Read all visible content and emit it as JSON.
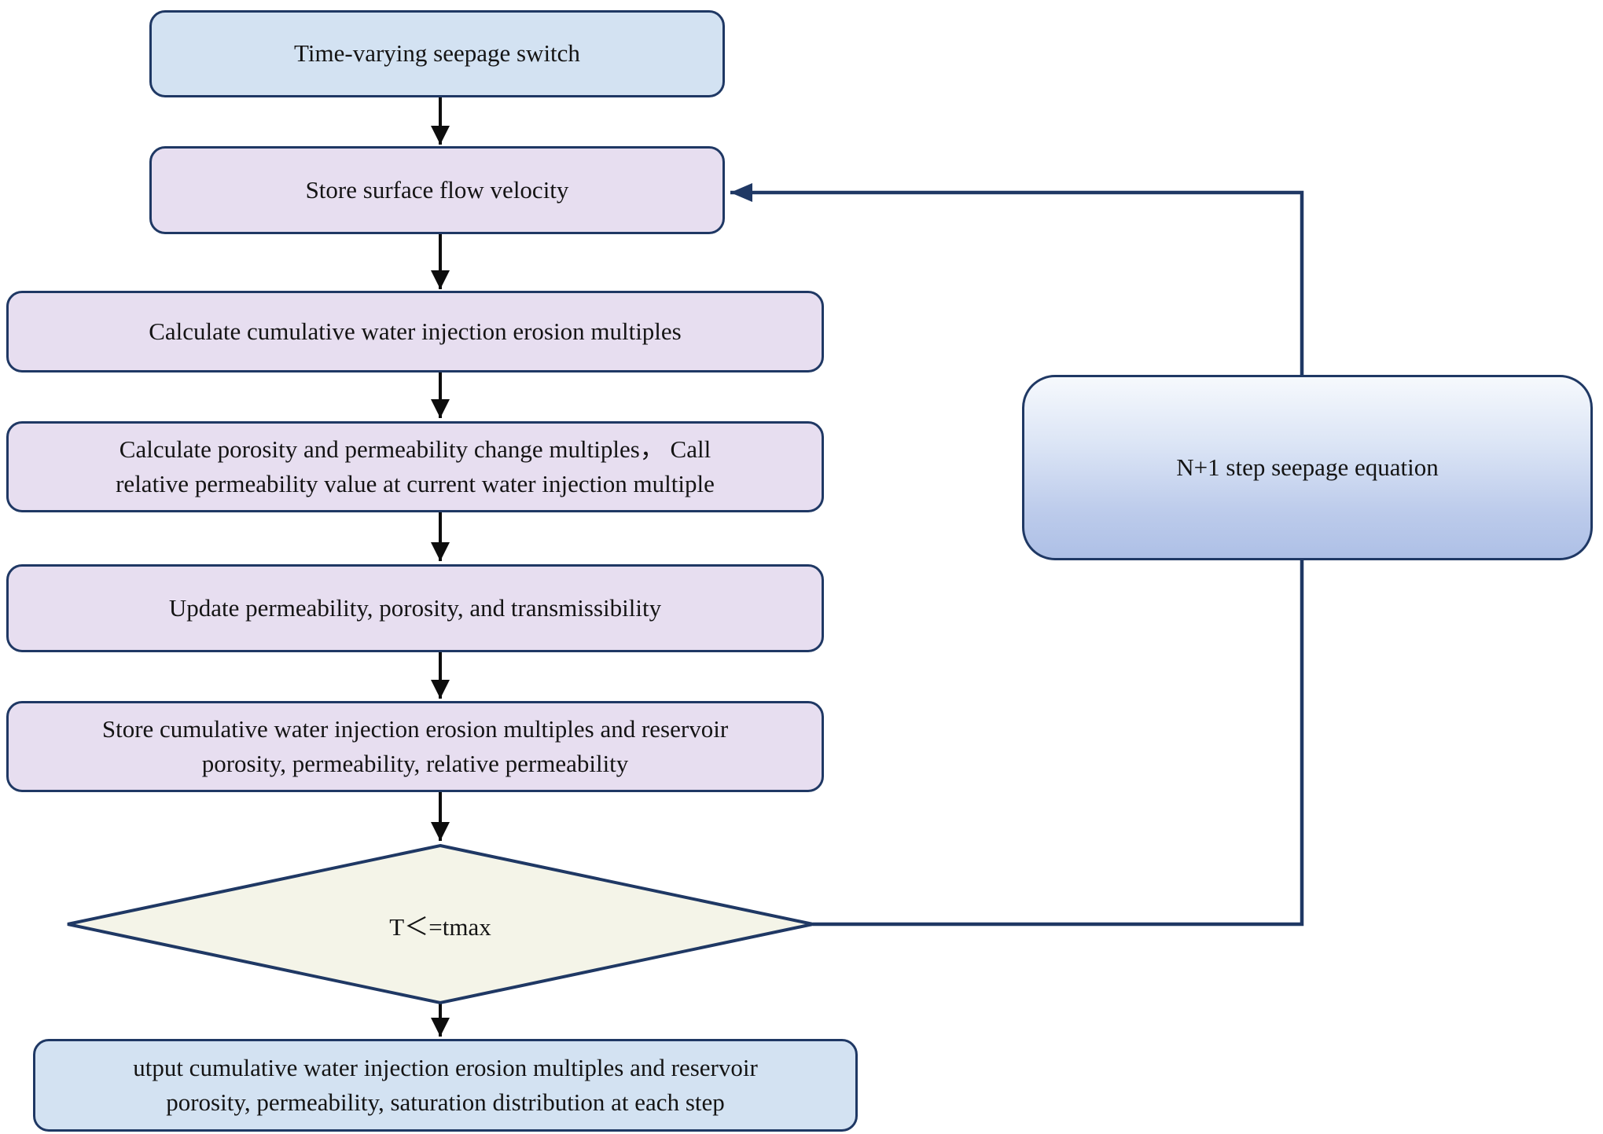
{
  "flowchart": {
    "nodes": {
      "switch": {
        "label": "Time-varying seepage switch"
      },
      "store_velocity": {
        "label": "Store surface flow velocity"
      },
      "calc_erosion": {
        "label": "Calculate cumulative water injection erosion multiples"
      },
      "calc_perm": {
        "line1": "Calculate porosity and permeability change multiples，  Call",
        "line2": "relative permeability value at current water injection multiple"
      },
      "update_perm": {
        "label": "Update permeability, porosity, and transmissibility"
      },
      "store_multiples": {
        "line1": "Store cumulative water injection erosion multiples and reservoir",
        "line2": "porosity, permeability, relative permeability"
      },
      "decision": {
        "label": "T＜=tmax"
      },
      "output": {
        "line1": "utput cumulative water injection erosion multiples and reservoir",
        "line2": "porosity, permeability, saturation distribution at each step"
      },
      "seepage_equation": {
        "label": "N+1 step seepage equation"
      }
    },
    "edges": [
      {
        "from": "switch",
        "to": "store_velocity",
        "style": "black-arrow"
      },
      {
        "from": "store_velocity",
        "to": "calc_erosion",
        "style": "black-arrow"
      },
      {
        "from": "calc_erosion",
        "to": "calc_perm",
        "style": "black-arrow"
      },
      {
        "from": "calc_perm",
        "to": "update_perm",
        "style": "black-arrow"
      },
      {
        "from": "update_perm",
        "to": "store_multiples",
        "style": "black-arrow"
      },
      {
        "from": "store_multiples",
        "to": "decision",
        "style": "black-arrow"
      },
      {
        "from": "decision",
        "to": "output",
        "style": "black-arrow"
      },
      {
        "from": "decision",
        "to": "seepage_equation",
        "style": "navy-elbow"
      },
      {
        "from": "seepage_equation",
        "to": "store_velocity",
        "style": "navy-elbow-arrow"
      }
    ],
    "colors": {
      "border": "#1f3864",
      "connector": "#1f3864",
      "arrow": "#0d0d0d",
      "blue_fill": "#d3e2f2",
      "lavender_fill": "#e7def0",
      "ivory_fill": "#f4f4e8",
      "gradient_top": "#f6f9fd",
      "gradient_bottom": "#aec0e6",
      "text": "#141414"
    }
  }
}
